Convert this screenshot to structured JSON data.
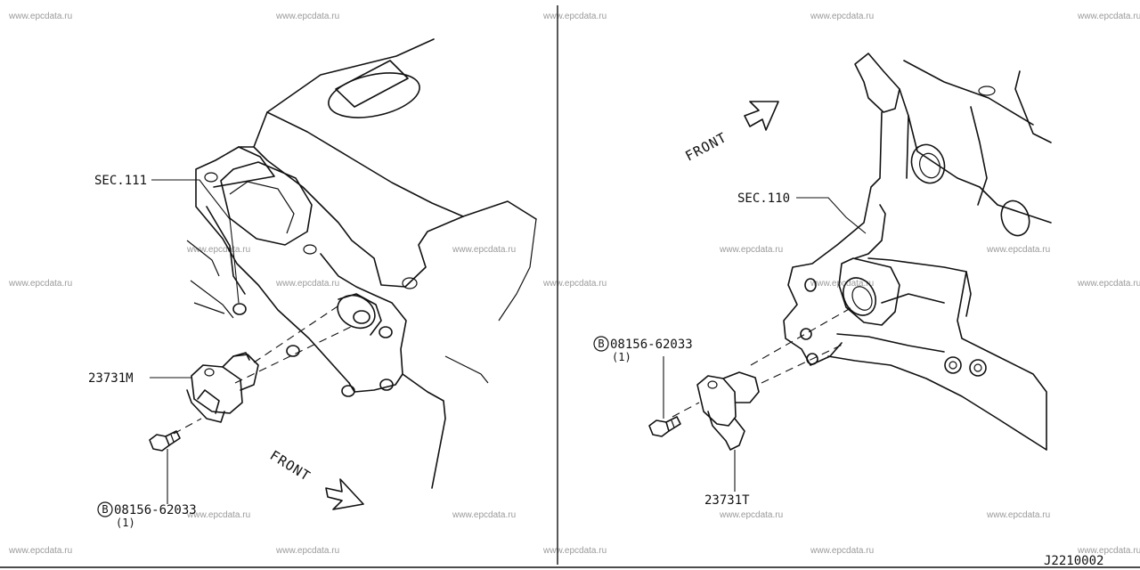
{
  "watermark": "www.epcdata.ru",
  "diagram_code": "J2210002",
  "left_panel": {
    "section_label": "SEC.111",
    "sensor_part": "23731M",
    "bolt_badge": "B",
    "bolt_part": "08156-62033",
    "bolt_qty": "(1)",
    "front_label": "FRONT"
  },
  "right_panel": {
    "section_label": "SEC.110",
    "sensor_part": "23731T",
    "bolt_badge": "B",
    "bolt_part": "08156-62033",
    "bolt_qty": "(1)",
    "front_label": "FRONT"
  }
}
